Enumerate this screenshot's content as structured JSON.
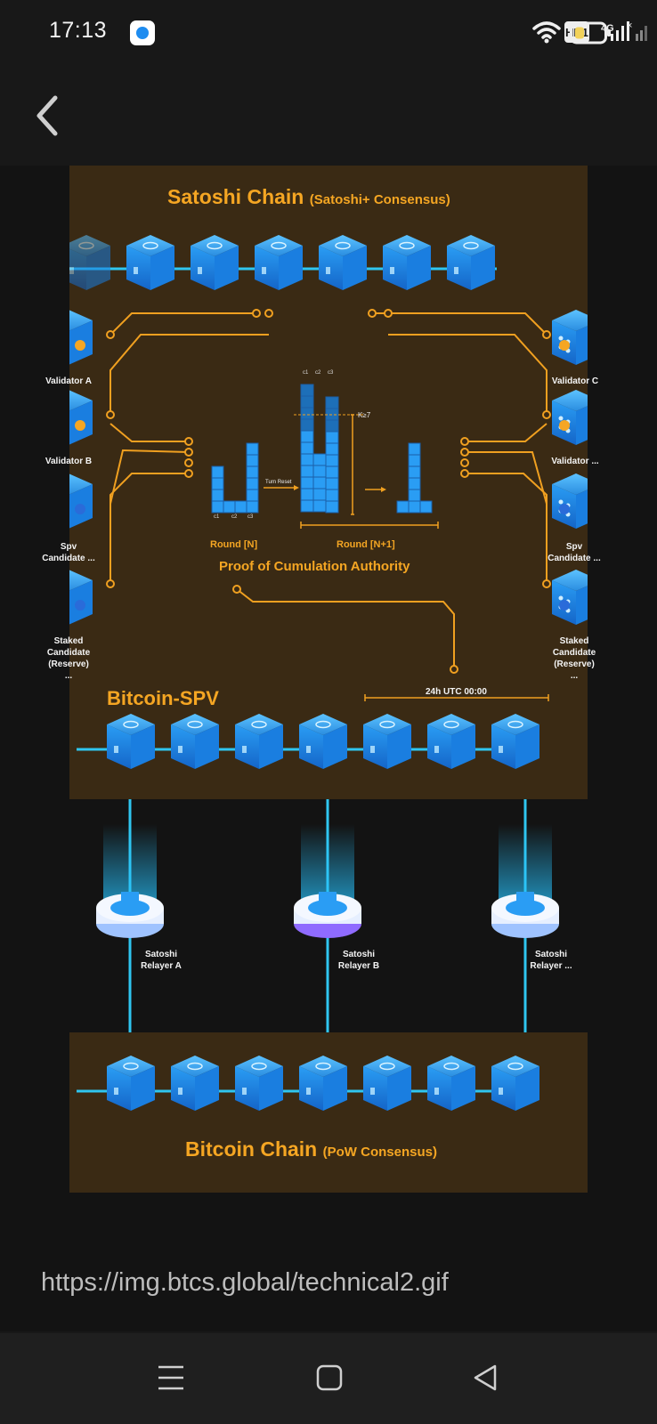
{
  "status_bar": {
    "time": "17:13",
    "hd_badge": "HD1",
    "network": "4G",
    "icons": [
      "app-notification-icon",
      "wifi-icon",
      "hd-icon",
      "cellular-signal-icon",
      "cellular-signal-no-service-icon",
      "battery-icon"
    ]
  },
  "navigation": {
    "back_icon": "chevron-left-icon"
  },
  "diagram": {
    "title": "Satoshi Chain",
    "title_sub": "(Satoshi+ Consensus)",
    "validators_left": [
      {
        "label": "Validator A"
      },
      {
        "label": "Validator B"
      },
      {
        "label": "Spv\nCandidate ..."
      },
      {
        "label": "Staked\nCandidate\n(Reserve)\n..."
      }
    ],
    "validators_right": [
      {
        "label": "Validator C"
      },
      {
        "label": "Validator ..."
      },
      {
        "label": "Spv\nCandidate ..."
      },
      {
        "label": "Staked\nCandidate\n(Reserve)\n..."
      }
    ],
    "col_labels_top": [
      "c1",
      "c2",
      "c3"
    ],
    "col_labels_bottom": [
      "c1",
      "c2",
      "c3"
    ],
    "turn_reset": "Turn Reset",
    "k_label": "K≥7",
    "round_n": "Round [N]",
    "round_n1": "Round [N+1]",
    "poca": "Proof of Cumulation Authority",
    "bitcoin_spv": "Bitcoin-SPV",
    "utc": "24h UTC 00:00",
    "relayers": [
      {
        "label": "Satoshi\nRelayer A"
      },
      {
        "label": "Satoshi\nRelayer B"
      },
      {
        "label": "Satoshi\nRelayer ..."
      }
    ],
    "bitcoin_chain": "Bitcoin Chain",
    "bitcoin_chain_sub": "(PoW Consensus)"
  },
  "image_url": "https://img.btcs.global/technical2.gif",
  "system_nav": {
    "icons": [
      "recent-apps-icon",
      "home-icon",
      "back-triangle-icon"
    ]
  },
  "colors": {
    "orange": "#f5a623",
    "cube_blue": "#2a9df4",
    "panel_brown": "#3a2a14",
    "cyan_line": "#2fc6f0"
  }
}
